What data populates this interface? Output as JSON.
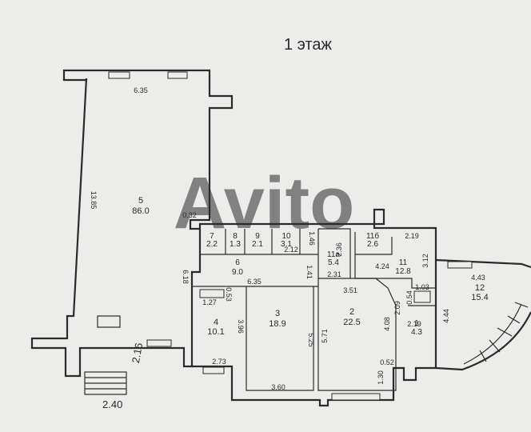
{
  "title": "1 этаж",
  "rooms": [
    {
      "number": "1",
      "area": "4.3"
    },
    {
      "number": "2",
      "area": "22.5"
    },
    {
      "number": "3",
      "area": "18.9"
    },
    {
      "number": "4",
      "area": "10.1"
    },
    {
      "number": "5",
      "area": "86.0"
    },
    {
      "number": "6",
      "area": "9.0"
    },
    {
      "number": "7",
      "area": "2.2"
    },
    {
      "number": "8",
      "area": "1.3"
    },
    {
      "number": "9",
      "area": "2.1"
    },
    {
      "number": "10",
      "area": "3.1"
    },
    {
      "number": "11",
      "area": "12.8"
    },
    {
      "number": "11a",
      "area": "5.4"
    },
    {
      "number": "11б",
      "area": "2.6"
    },
    {
      "number": "12",
      "area": "15.4"
    }
  ],
  "dimensions": [
    "6.35",
    "13.85",
    "0.32",
    "6.18",
    "6.35",
    "1.41",
    "1.27",
    "0.53",
    "3.96",
    "2.73",
    "5.25",
    "3.60",
    "2.12",
    "1.46",
    "2.36",
    "2.19",
    "3.12",
    "4.24",
    "2.31",
    "3.51",
    "5.71",
    "4.08",
    "2.09",
    "0.54",
    "1.03",
    "2.19",
    "0.52",
    "1.30",
    "4.43",
    "4.44",
    "2.16",
    "2.40"
  ],
  "watermark": "Avito"
}
